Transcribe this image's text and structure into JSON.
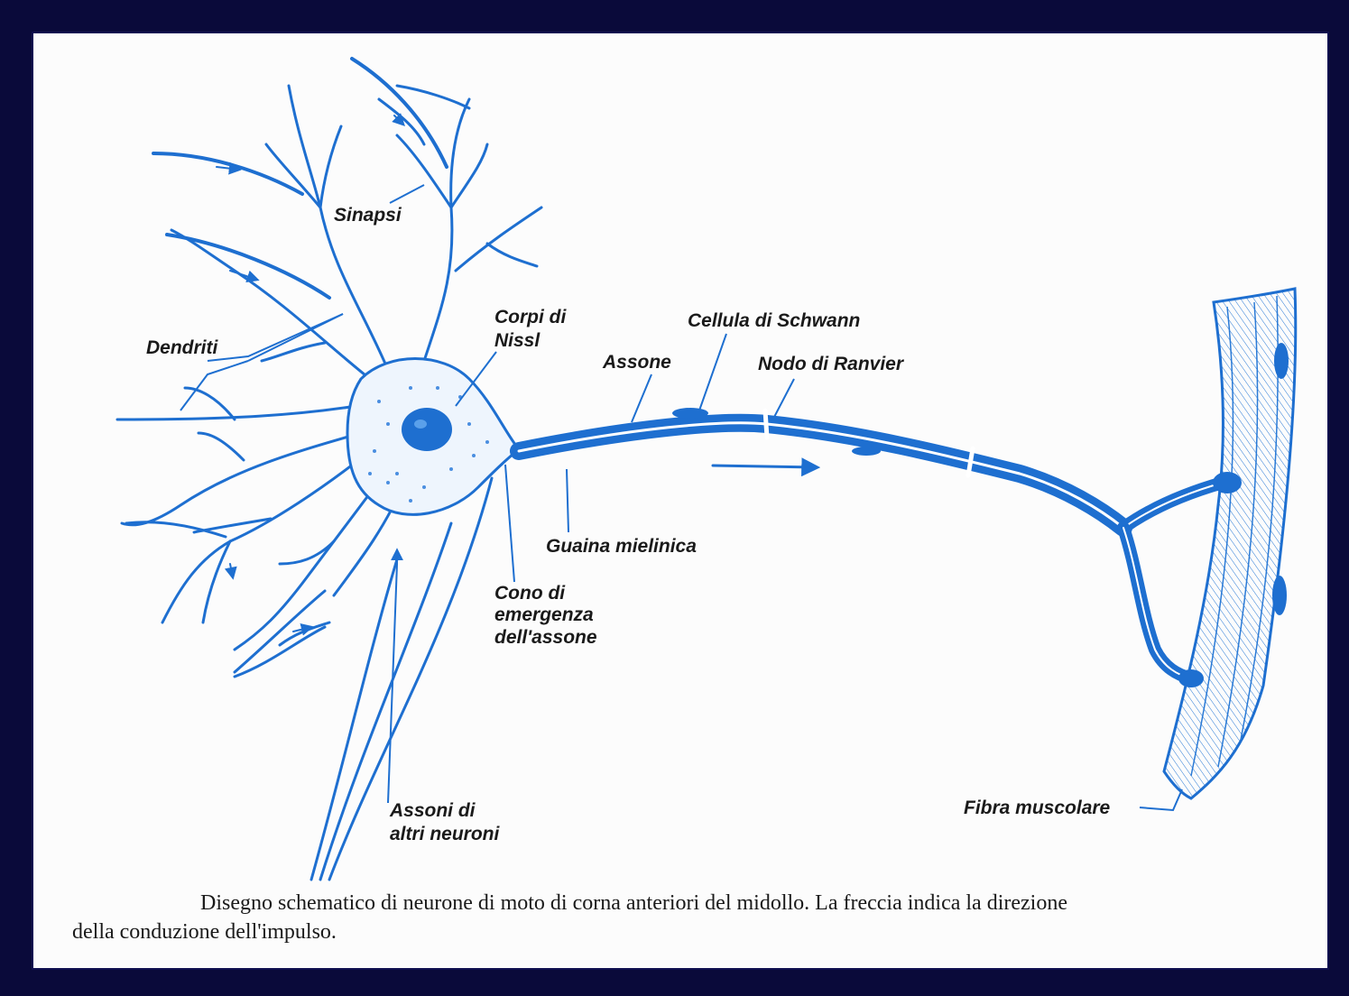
{
  "labels": {
    "sinapsi": "Sinapsi",
    "dendriti": "Dendriti",
    "corpi_di_nissl_1": "Corpi di",
    "corpi_di_nissl_2": "Nissl",
    "cellula_di_schwann": "Cellula di Schwann",
    "assone": "Assone",
    "nodo_di_ranvier": "Nodo di Ranvier",
    "guaina_mielinica": "Guaina mielinica",
    "cono_1": "Cono di",
    "cono_2": "emergenza",
    "cono_3": "dell'assone",
    "assoni_1": "Assoni di",
    "assoni_2": "altri neuroni",
    "fibra_muscolare": "Fibra muscolare"
  },
  "caption": {
    "line1": "Disegno schematico di neurone di moto di corna anteriori del midollo. La freccia indica la direzione",
    "line2": "della conduzione dell'impulso."
  },
  "colors": {
    "ink": "#1e6fd0",
    "background": "#0a0a3a",
    "panel": "#fcfcfc"
  }
}
